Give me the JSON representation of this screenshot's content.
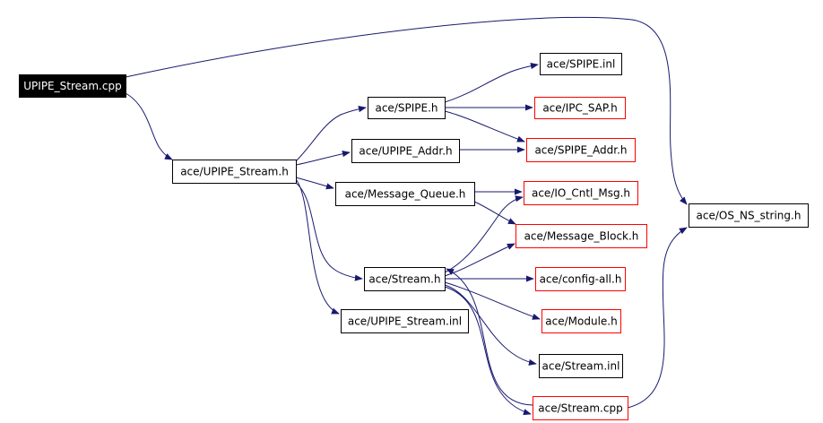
{
  "diagram": {
    "type": "include-dependency-graph",
    "colors": {
      "root_fill": "#000000",
      "root_text": "#ffffff",
      "node_border_black": "#000000",
      "node_border_red": "#ff0000",
      "edge": "#191970"
    },
    "nodes": [
      {
        "id": "upipe_stream_cpp",
        "label": "UPIPE_Stream.cpp",
        "style": "root"
      },
      {
        "id": "ace_upipe_stream_h",
        "label": "ace/UPIPE_Stream.h",
        "style": "black"
      },
      {
        "id": "ace_spipe_h",
        "label": "ace/SPIPE.h",
        "style": "black"
      },
      {
        "id": "ace_upipe_addr_h",
        "label": "ace/UPIPE_Addr.h",
        "style": "black"
      },
      {
        "id": "ace_message_queue_h",
        "label": "ace/Message_Queue.h",
        "style": "black"
      },
      {
        "id": "ace_stream_h",
        "label": "ace/Stream.h",
        "style": "black"
      },
      {
        "id": "ace_upipe_stream_inl",
        "label": "ace/UPIPE_Stream.inl",
        "style": "black"
      },
      {
        "id": "ace_spipe_inl",
        "label": "ace/SPIPE.inl",
        "style": "black"
      },
      {
        "id": "ace_ipc_sap_h",
        "label": "ace/IPC_SAP.h",
        "style": "red"
      },
      {
        "id": "ace_spipe_addr_h",
        "label": "ace/SPIPE_Addr.h",
        "style": "red"
      },
      {
        "id": "ace_io_cntl_msg_h",
        "label": "ace/IO_Cntl_Msg.h",
        "style": "red"
      },
      {
        "id": "ace_message_block_h",
        "label": "ace/Message_Block.h",
        "style": "red"
      },
      {
        "id": "ace_config_all_h",
        "label": "ace/config-all.h",
        "style": "red"
      },
      {
        "id": "ace_module_h",
        "label": "ace/Module.h",
        "style": "red"
      },
      {
        "id": "ace_stream_inl",
        "label": "ace/Stream.inl",
        "style": "black"
      },
      {
        "id": "ace_stream_cpp",
        "label": "ace/Stream.cpp",
        "style": "red"
      },
      {
        "id": "ace_os_ns_string_h",
        "label": "ace/OS_NS_string.h",
        "style": "black"
      }
    ],
    "edges": [
      {
        "from": "upipe_stream_cpp",
        "to": "ace_upipe_stream_h"
      },
      {
        "from": "upipe_stream_cpp",
        "to": "ace_os_ns_string_h"
      },
      {
        "from": "ace_upipe_stream_h",
        "to": "ace_spipe_h"
      },
      {
        "from": "ace_upipe_stream_h",
        "to": "ace_upipe_addr_h"
      },
      {
        "from": "ace_upipe_stream_h",
        "to": "ace_message_queue_h"
      },
      {
        "from": "ace_upipe_stream_h",
        "to": "ace_stream_h"
      },
      {
        "from": "ace_upipe_stream_h",
        "to": "ace_upipe_stream_inl"
      },
      {
        "from": "ace_spipe_h",
        "to": "ace_spipe_inl"
      },
      {
        "from": "ace_spipe_h",
        "to": "ace_ipc_sap_h"
      },
      {
        "from": "ace_spipe_h",
        "to": "ace_spipe_addr_h"
      },
      {
        "from": "ace_upipe_addr_h",
        "to": "ace_spipe_addr_h"
      },
      {
        "from": "ace_message_queue_h",
        "to": "ace_io_cntl_msg_h"
      },
      {
        "from": "ace_message_queue_h",
        "to": "ace_message_block_h"
      },
      {
        "from": "ace_stream_h",
        "to": "ace_io_cntl_msg_h"
      },
      {
        "from": "ace_stream_h",
        "to": "ace_message_block_h"
      },
      {
        "from": "ace_stream_h",
        "to": "ace_config_all_h"
      },
      {
        "from": "ace_stream_h",
        "to": "ace_module_h"
      },
      {
        "from": "ace_stream_h",
        "to": "ace_stream_inl"
      },
      {
        "from": "ace_stream_h",
        "to": "ace_stream_cpp"
      },
      {
        "from": "ace_stream_cpp",
        "to": "ace_stream_h"
      },
      {
        "from": "ace_stream_cpp",
        "to": "ace_os_ns_string_h"
      }
    ]
  }
}
